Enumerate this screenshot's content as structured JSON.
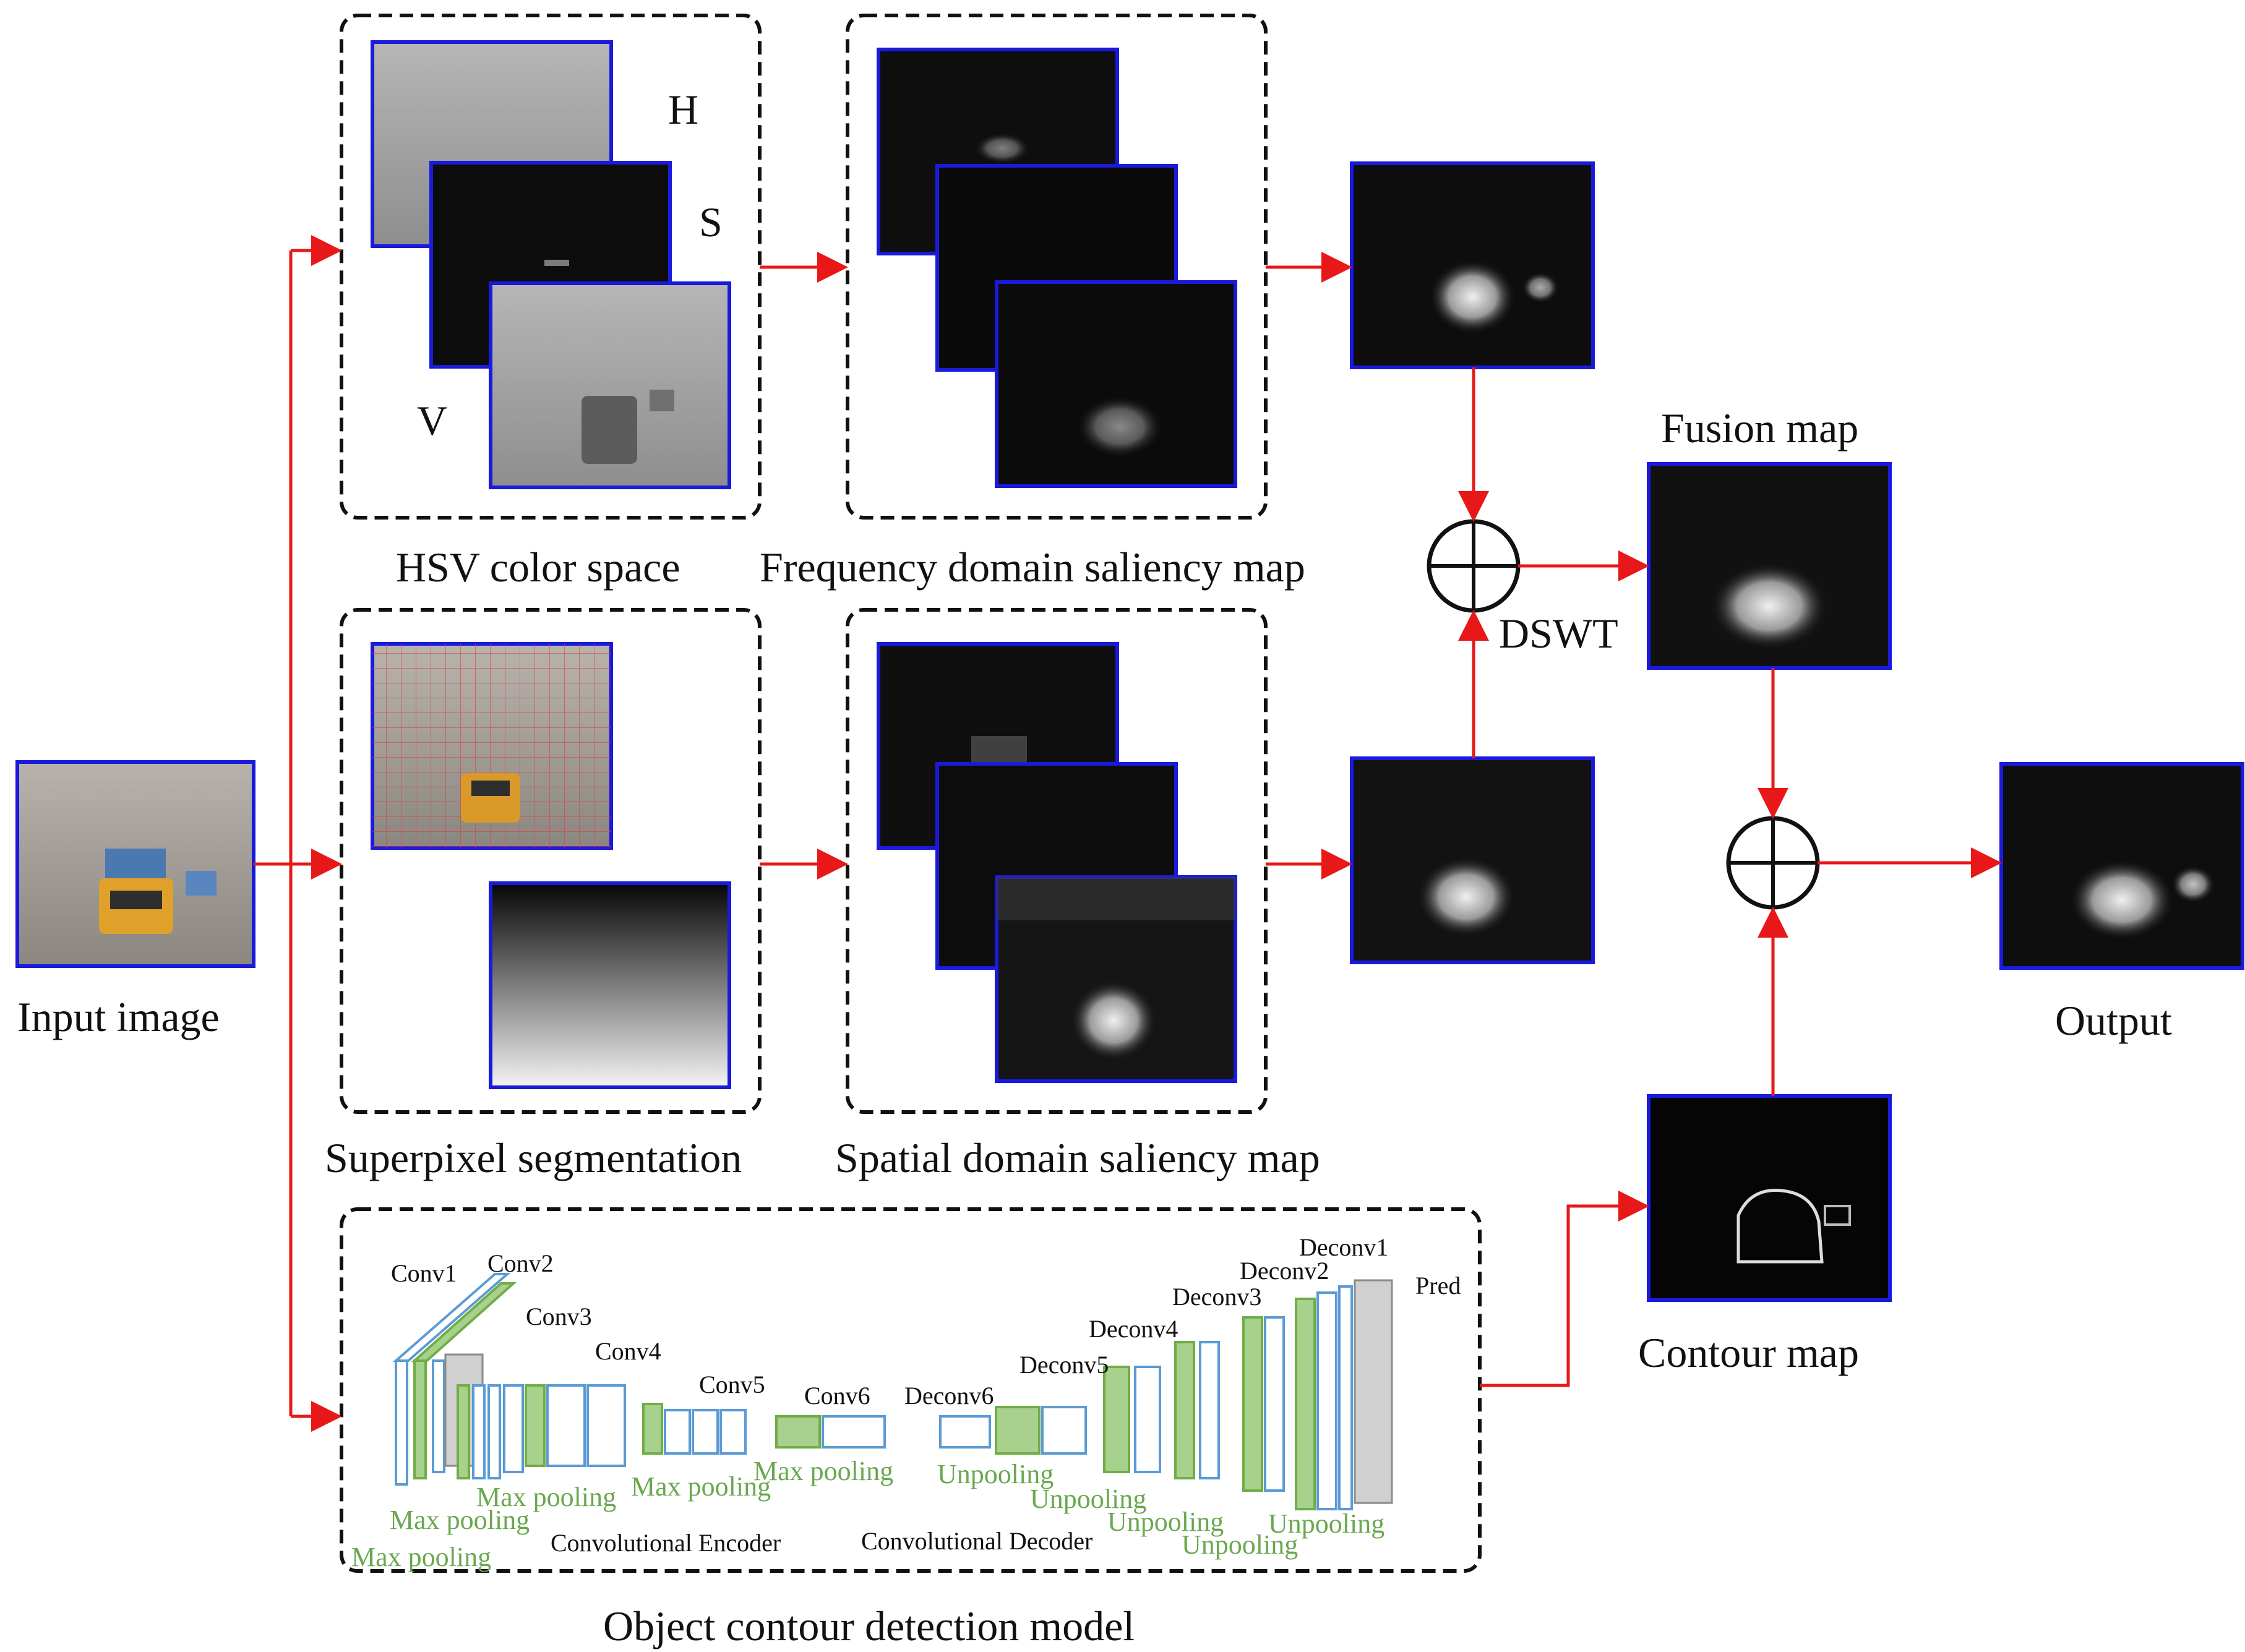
{
  "captions": {
    "input_image": "Input image",
    "hsv": "HSV color space",
    "freq": "Frequency domain saliency map",
    "superpixel": "Superpixel segmentation",
    "spatial": "Spatial domain saliency map",
    "fusion": "Fusion map",
    "dswt": "DSWT",
    "output": "Output",
    "contour": "Contour map",
    "contour_model": "Object contour detection model"
  },
  "channels": {
    "h": "H",
    "s": "S",
    "v": "V"
  },
  "network": {
    "conv1": "Conv1",
    "conv2": "Conv2",
    "conv3": "Conv3",
    "conv4": "Conv4",
    "conv5": "Conv5",
    "conv6": "Conv6",
    "deconv6": "Deconv6",
    "deconv5": "Deconv5",
    "deconv4": "Deconv4",
    "deconv3": "Deconv3",
    "deconv2": "Deconv2",
    "deconv1": "Deconv1",
    "pred": "Pred",
    "max_pooling": "Max pooling",
    "unpooling": "Unpooling",
    "encoder": "Convolutional Encoder",
    "decoder": "Convolutional Decoder"
  },
  "colors": {
    "arrow": "#e81818",
    "thumbnail_border": "#1a1adc",
    "block_outline": "#5b9bd5",
    "pooling_green": "#a9d18e",
    "pooling_text": "#6aa84f"
  }
}
